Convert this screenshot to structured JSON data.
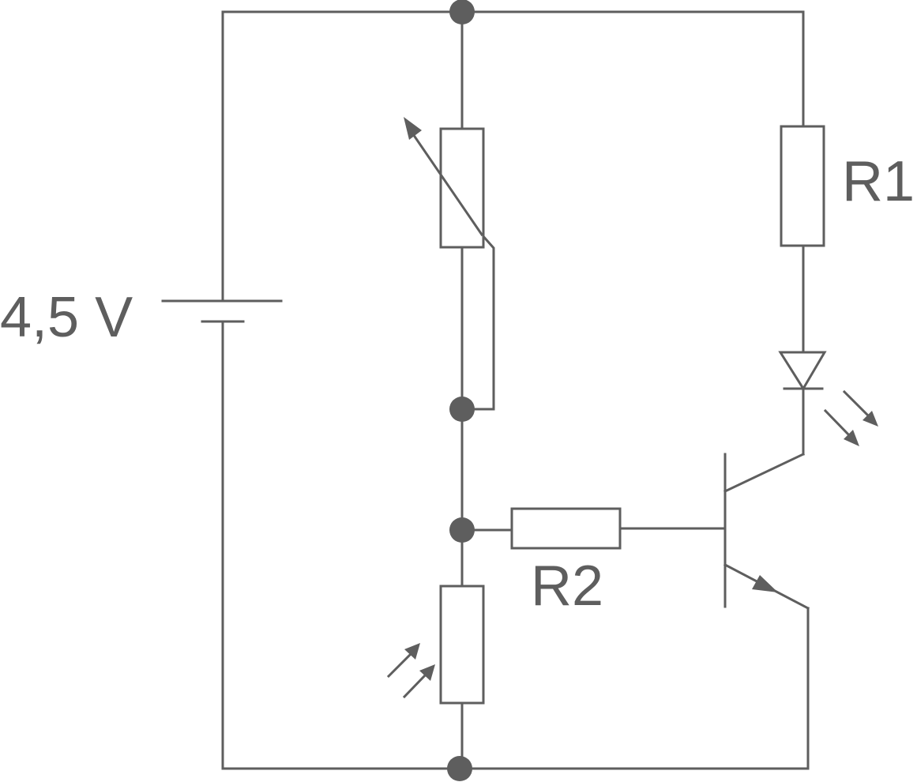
{
  "diagram": {
    "colors": {
      "ink": "#5e5e5e",
      "background": "#ffffff"
    },
    "labels": {
      "battery_voltage": "4,5 V",
      "resistor_1": "R1",
      "resistor_2": "R2"
    },
    "components": [
      {
        "id": "battery",
        "type": "battery"
      },
      {
        "id": "potentiometer",
        "type": "variable-resistor"
      },
      {
        "id": "ldr",
        "type": "light-dependent-resistor"
      },
      {
        "id": "r1",
        "type": "resistor",
        "label_key": "resistor_1"
      },
      {
        "id": "r2",
        "type": "resistor",
        "label_key": "resistor_2"
      },
      {
        "id": "led",
        "type": "light-emitting-diode"
      },
      {
        "id": "transistor",
        "type": "npn-transistor"
      }
    ]
  }
}
